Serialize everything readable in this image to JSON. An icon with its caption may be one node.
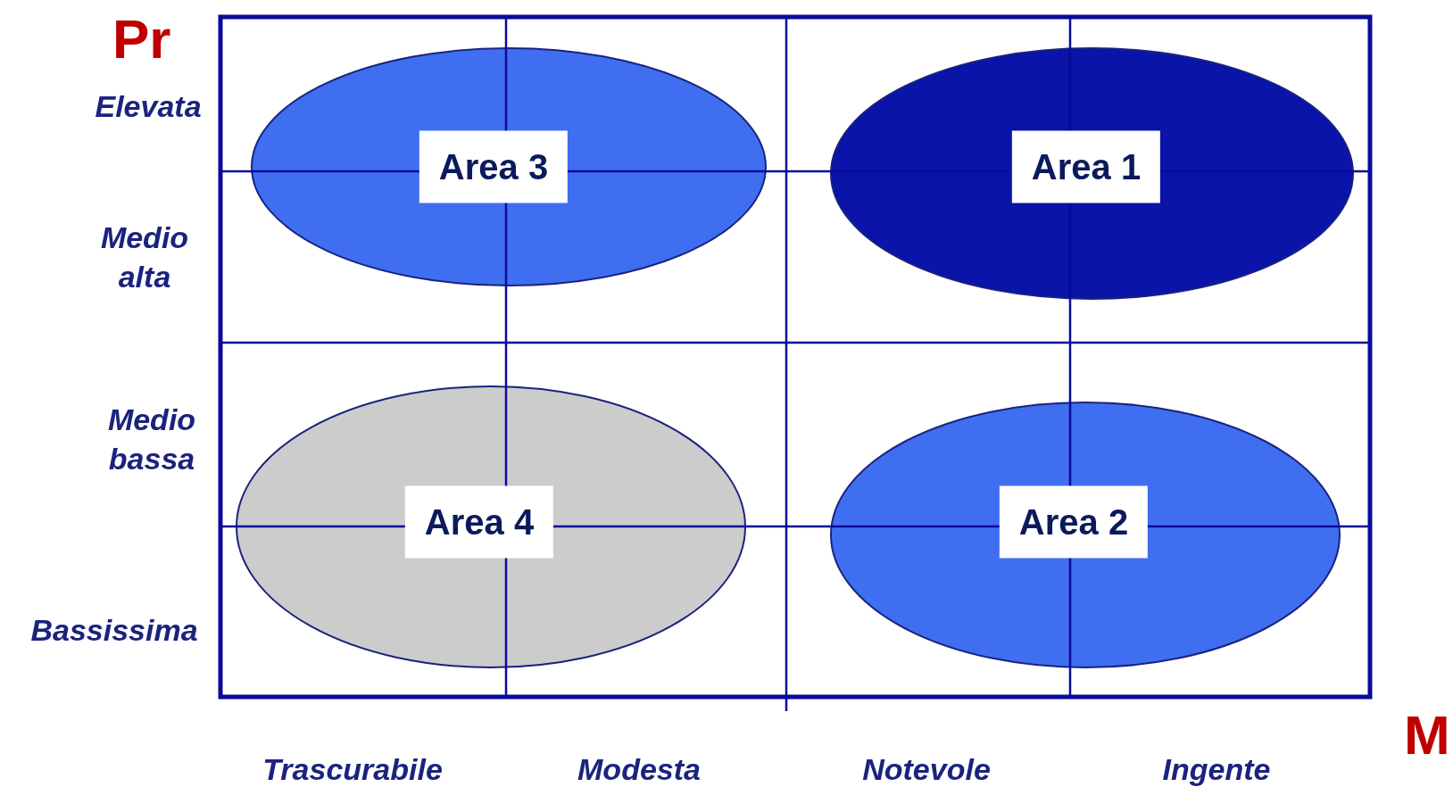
{
  "diagram": {
    "nodes": [
      {
        "text": [
          "Area 3"
        ]
      },
      {
        "text": [
          "Area 1"
        ]
      },
      {
        "text": [
          "Area 4"
        ]
      },
      {
        "text": [
          "Area 2"
        ]
      }
    ],
    "labels": [
      "Pr",
      "Elevata",
      "Medio alta",
      "Medio bassa",
      "Bassissima",
      "M",
      "Trascurabile",
      "Modesta",
      "Notevole",
      "Ingente"
    ]
  }
}
